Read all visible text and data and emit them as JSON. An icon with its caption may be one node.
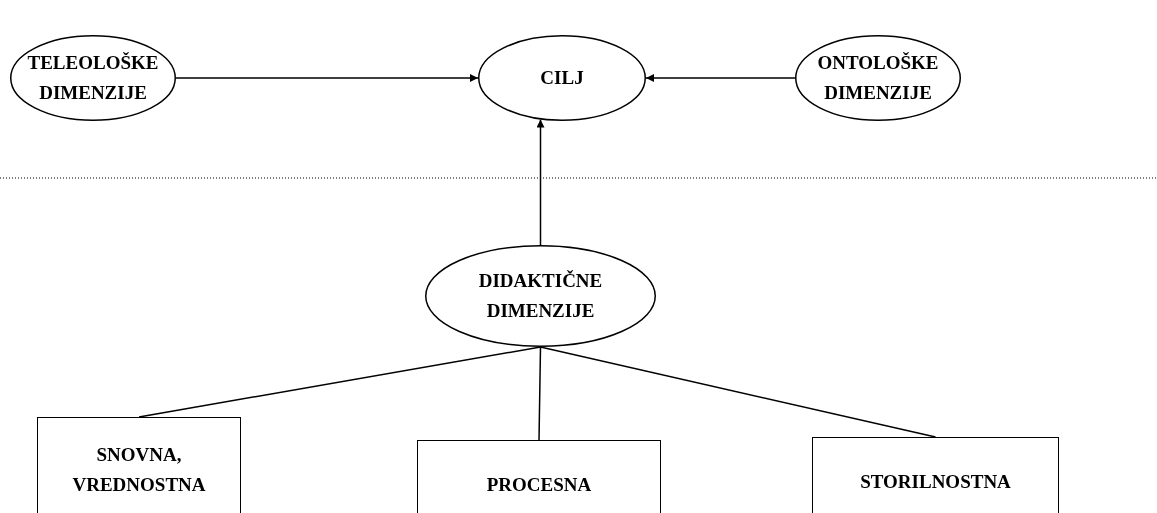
{
  "diagram": {
    "nodes": [
      {
        "text": [
          "TELEOLOŠKE DIMENZIJE"
        ]
      },
      {
        "text": [
          "CILJ"
        ]
      },
      {
        "text": [
          "ONTOLOŠKE DIMENZIJE"
        ]
      },
      {
        "text": [
          "DIDAKTIČNE DIMENZIJE"
        ]
      },
      {
        "text": [
          "SNOVNA, VREDNOSTNA"
        ]
      },
      {
        "text": [
          "PROCESNA"
        ]
      },
      {
        "text": [
          "STORILNOSTNA"
        ]
      }
    ],
    "edges": [
      {
        "from": 0,
        "to": 1,
        "arrow": "to"
      },
      {
        "from": 2,
        "to": 1,
        "arrow": "to"
      },
      {
        "from": 3,
        "to": 1,
        "arrow": "to"
      },
      {
        "from": 3,
        "to": 4,
        "arrow": "none"
      },
      {
        "from": 3,
        "to": 5,
        "arrow": "none"
      },
      {
        "from": 3,
        "to": 6,
        "arrow": "none"
      }
    ]
  }
}
